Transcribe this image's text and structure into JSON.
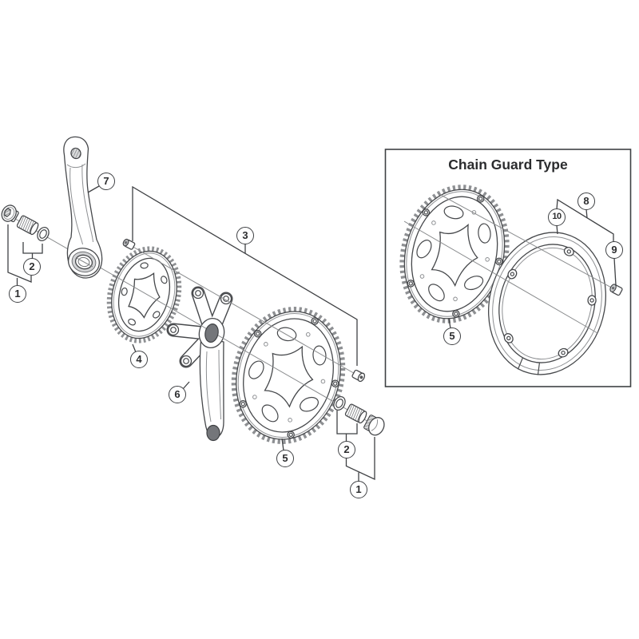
{
  "inset": {
    "title": "Chain Guard Type"
  },
  "callouts": [
    {
      "id": "crank-bolt-left",
      "label": "1"
    },
    {
      "id": "washer-set-left",
      "label": "2"
    },
    {
      "id": "left-crank-arm",
      "label": "7"
    },
    {
      "id": "chainring-bolt-set",
      "label": "3"
    },
    {
      "id": "small-chainring",
      "label": "4"
    },
    {
      "id": "right-crank-arm",
      "label": "6"
    },
    {
      "id": "large-chainring",
      "label": "5"
    },
    {
      "id": "washer-set-right",
      "label": "2"
    },
    {
      "id": "crank-bolt-right",
      "label": "1"
    },
    {
      "id": "large-chainring-inset",
      "label": "5"
    },
    {
      "id": "chain-guard",
      "label": "10"
    },
    {
      "id": "chain-guard-set",
      "label": "8"
    },
    {
      "id": "guard-fixing-bolt",
      "label": "9"
    }
  ],
  "colors": {
    "outline": "#46484b",
    "secondary": "#8e9093",
    "paper": "#ffffff"
  }
}
